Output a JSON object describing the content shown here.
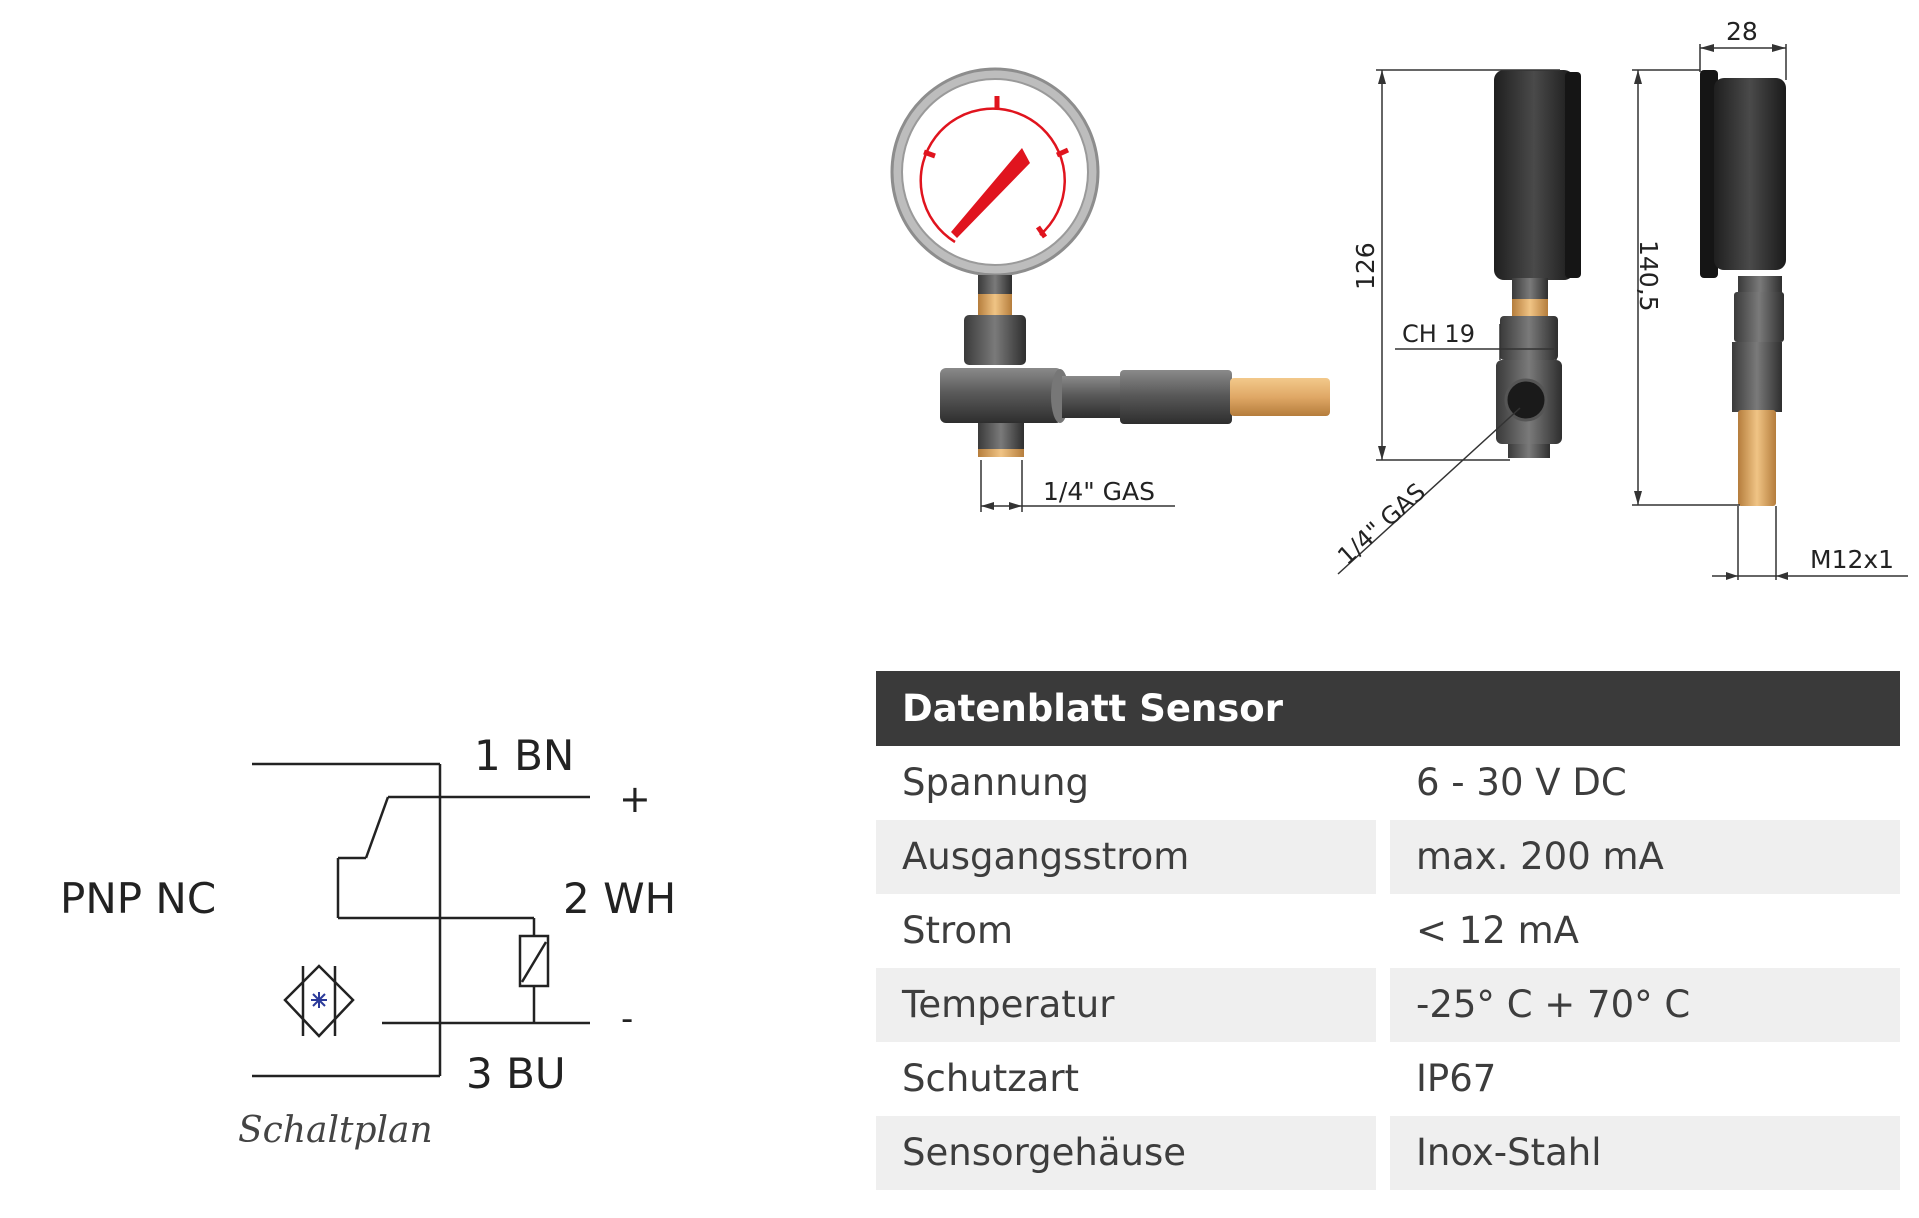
{
  "schematic": {
    "type_label": "PNP NC",
    "pin1": "1 BN",
    "pin2": "2 WH",
    "pin3": "3 BU",
    "plus": "+",
    "minus": "-",
    "caption": "Schaltplan",
    "sensor_icon": "inductive-sensor-symbol-icon",
    "accent_color": "#2b3a9a"
  },
  "drawing": {
    "thread_label_front": "1/4\" GAS",
    "height_side": "126",
    "wrench_size": "CH 19",
    "thread_label_side": "1/4\" GAS",
    "width_back": "28",
    "height_back": "140,5",
    "connector_label": "M12x1",
    "gauge_accent_color": "#e0141e"
  },
  "datasheet": {
    "title": "Datenblatt Sensor",
    "header_color": "#3a3a3a",
    "rows": [
      {
        "label": "Spannung",
        "value": "6 - 30 V DC"
      },
      {
        "label": "Ausgangsstrom",
        "value": "max. 200 mA"
      },
      {
        "label": "Strom",
        "value": "< 12 mA"
      },
      {
        "label": "Temperatur",
        "value": "-25° C + 70° C"
      },
      {
        "label": "Schutzart",
        "value": "IP67"
      },
      {
        "label": "Sensorgehäuse",
        "value": "Inox-Stahl"
      }
    ]
  }
}
